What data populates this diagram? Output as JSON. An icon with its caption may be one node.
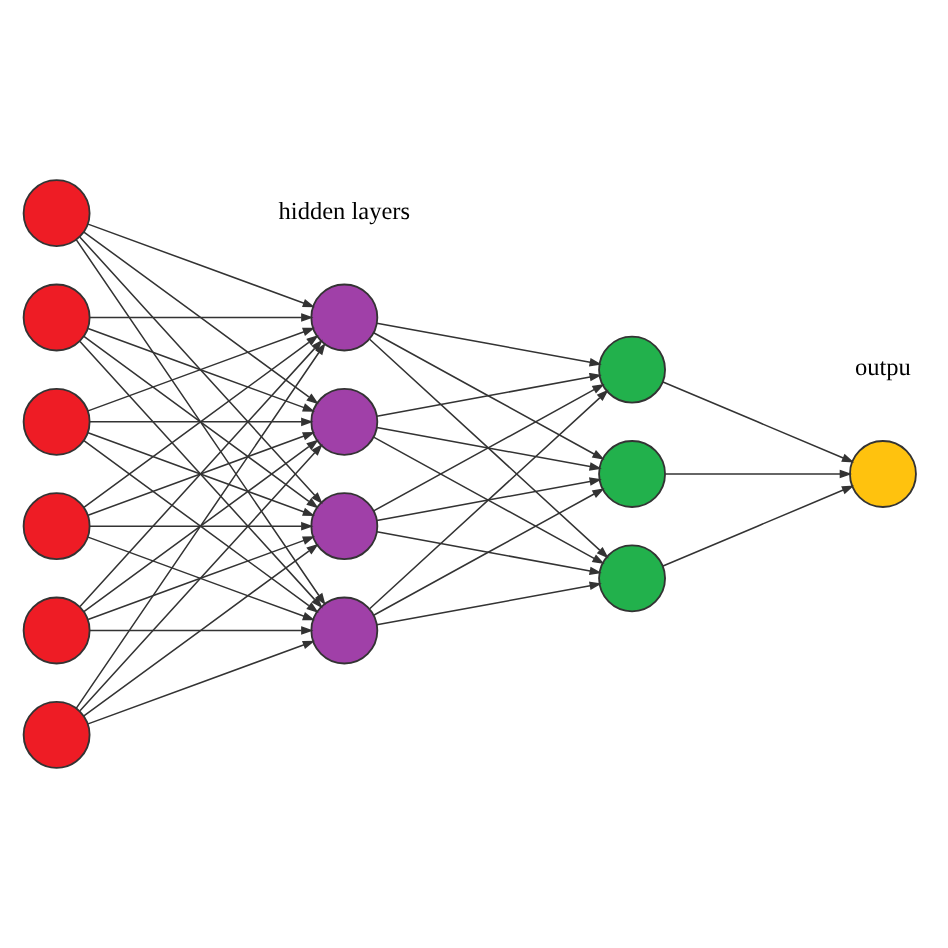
{
  "diagram": {
    "nodes": [
      {
        "text": [],
        "shape": "circle"
      },
      {
        "text": [],
        "shape": "circle"
      },
      {
        "text": [],
        "shape": "circle"
      },
      {
        "text": [],
        "shape": "circle"
      },
      {
        "text": [],
        "shape": "circle"
      },
      {
        "text": [],
        "shape": "circle"
      },
      {
        "text": [],
        "shape": "circle"
      },
      {
        "text": [],
        "shape": "circle"
      },
      {
        "text": [],
        "shape": "circle"
      },
      {
        "text": [],
        "shape": "circle"
      },
      {
        "text": [],
        "shape": "circle"
      },
      {
        "text": [],
        "shape": "circle"
      },
      {
        "text": [],
        "shape": "circle"
      },
      {
        "text": [],
        "shape": "circle"
      }
    ],
    "edges": [
      {
        "from": 0,
        "to": 6,
        "arrow": "to"
      },
      {
        "from": 0,
        "to": 7,
        "arrow": "to"
      },
      {
        "from": 0,
        "to": 8,
        "arrow": "to"
      },
      {
        "from": 0,
        "to": 9,
        "arrow": "to"
      },
      {
        "from": 1,
        "to": 6,
        "arrow": "to"
      },
      {
        "from": 1,
        "to": 7,
        "arrow": "to"
      },
      {
        "from": 1,
        "to": 8,
        "arrow": "to"
      },
      {
        "from": 1,
        "to": 9,
        "arrow": "to"
      },
      {
        "from": 2,
        "to": 6,
        "arrow": "to"
      },
      {
        "from": 2,
        "to": 7,
        "arrow": "to"
      },
      {
        "from": 2,
        "to": 8,
        "arrow": "to"
      },
      {
        "from": 2,
        "to": 9,
        "arrow": "to"
      },
      {
        "from": 3,
        "to": 6,
        "arrow": "to"
      },
      {
        "from": 3,
        "to": 7,
        "arrow": "to"
      },
      {
        "from": 3,
        "to": 8,
        "arrow": "to"
      },
      {
        "from": 3,
        "to": 9,
        "arrow": "to"
      },
      {
        "from": 4,
        "to": 6,
        "arrow": "to"
      },
      {
        "from": 4,
        "to": 7,
        "arrow": "to"
      },
      {
        "from": 4,
        "to": 8,
        "arrow": "to"
      },
      {
        "from": 4,
        "to": 9,
        "arrow": "to"
      },
      {
        "from": 5,
        "to": 6,
        "arrow": "to"
      },
      {
        "from": 5,
        "to": 7,
        "arrow": "to"
      },
      {
        "from": 5,
        "to": 8,
        "arrow": "to"
      },
      {
        "from": 5,
        "to": 9,
        "arrow": "to"
      },
      {
        "from": 6,
        "to": 10,
        "arrow": "to"
      },
      {
        "from": 6,
        "to": 11,
        "arrow": "to"
      },
      {
        "from": 6,
        "to": 12,
        "arrow": "to"
      },
      {
        "from": 7,
        "to": 10,
        "arrow": "to"
      },
      {
        "from": 7,
        "to": 11,
        "arrow": "to"
      },
      {
        "from": 7,
        "to": 12,
        "arrow": "to"
      },
      {
        "from": 8,
        "to": 10,
        "arrow": "to"
      },
      {
        "from": 8,
        "to": 11,
        "arrow": "to"
      },
      {
        "from": 8,
        "to": 12,
        "arrow": "to"
      },
      {
        "from": 9,
        "to": 10,
        "arrow": "to"
      },
      {
        "from": 9,
        "to": 11,
        "arrow": "to"
      },
      {
        "from": 9,
        "to": 12,
        "arrow": "to"
      },
      {
        "from": 10,
        "to": 13,
        "arrow": "to"
      },
      {
        "from": 11,
        "to": 13,
        "arrow": "to"
      },
      {
        "from": 12,
        "to": 13,
        "arrow": "to"
      }
    ],
    "labels": [
      "hidden layers",
      "outpu"
    ]
  }
}
